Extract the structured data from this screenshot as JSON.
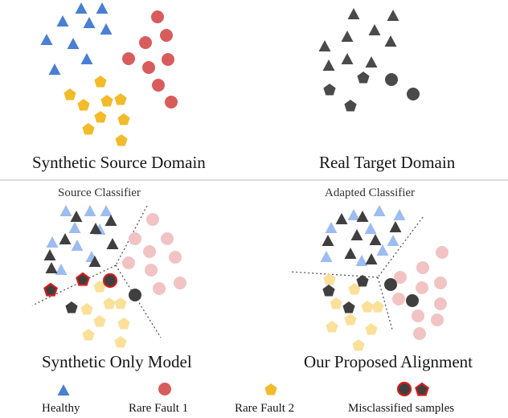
{
  "panels": {
    "source_domain": {
      "caption": "Synthetic Source Domain"
    },
    "target_domain": {
      "caption": "Real Target Domain"
    },
    "synthetic_only": {
      "caption": "Synthetic Only Model",
      "classifier_label": "Source Classifier"
    },
    "proposed": {
      "caption": "Our Proposed Alignment",
      "classifier_label": "Adapted Classifier"
    }
  },
  "legend": {
    "healthy": "Healthy",
    "rare_fault_1": "Rare Fault 1",
    "rare_fault_2": "Rare Fault 2",
    "misclassified": "Misclassified samples"
  },
  "colors": {
    "healthy": "#4a7fd4",
    "healthy_faded": "#9dbcf0",
    "rare_fault_1": "#d95c5c",
    "rare_fault_1_faded": "#f2c3c3",
    "rare_fault_2": "#f2bb2a",
    "rare_fault_2_faded": "#fbe09a",
    "target": "#4a4a4a",
    "misclassified_border": "#d61e1e",
    "divider": "#bbbbbb"
  }
}
